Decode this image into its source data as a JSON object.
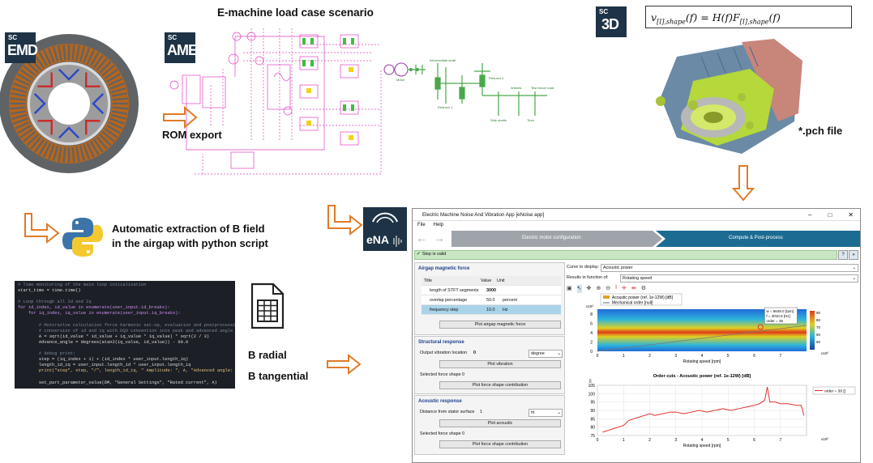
{
  "title": "E-machine load case scenario",
  "badges": {
    "emd": {
      "sc": "SC",
      "main": "EMD"
    },
    "ame": {
      "sc": "SC",
      "main": "AME"
    },
    "s3d": {
      "sc": "SC",
      "main": "3D"
    },
    "ena": {
      "main": "eNA"
    }
  },
  "labels": {
    "rom_export": "ROM export",
    "pch_file": "*.pch file",
    "python_line1": "Automatic  extraction of B field",
    "python_line2": "in the airgap with python script",
    "b_radial": "B radial",
    "b_tangential": "B tangential"
  },
  "formula": {
    "lhs": "v",
    "lhs_sub": "[I],shape",
    "mid": "(f) = H(f)F",
    "rhs_sub": "[I],shape",
    "end": "(f)"
  },
  "drivetrain_labels": [
    "Motor",
    "Intermediate shaft",
    "Reducer 2",
    "Reducer 1",
    "Wheels",
    "Test bench load",
    "Side shafts",
    "Tires"
  ],
  "code_lines": [
    {
      "t": "# Time monitoring of the main loop initialization",
      "c": "cm"
    },
    {
      "t": "start_time = time.time()",
      "c": ""
    },
    {
      "t": "",
      "c": ""
    },
    {
      "t": "# Loop through all Id and Iq",
      "c": "cm"
    },
    {
      "t": "for id_index, id_value in enumerate(user_input.id_breaks):",
      "c": "kw"
    },
    {
      "t": "    for iq_index, iq_value in enumerate(user_input.iq_breaks):",
      "c": "kw"
    },
    {
      "t": "",
      "c": ""
    },
    {
      "t": "        # Motorsolve calculation force harmonic set-up, evaluation and postprocessing",
      "c": "cm"
    },
    {
      "t": "        # conversion of id and iq with DQ0 convention into peak and advanced angle",
      "c": "cm"
    },
    {
      "t": "        A = sqrt(id_value * id_value + iq_value * iq_value) * sqrt(2 / 3)",
      "c": ""
    },
    {
      "t": "        Advance_angle = degrees(atan2(iq_value, id_value)) - 90.0",
      "c": ""
    },
    {
      "t": "",
      "c": ""
    },
    {
      "t": "        # debug print:",
      "c": "cm"
    },
    {
      "t": "        step = (iq_index + 1) + (id_index * user_input.length_iq)",
      "c": ""
    },
    {
      "t": "        length_id_iq = user_input.length_id * user_input.length_iq",
      "c": ""
    },
    {
      "t": "        print(\"step\", step, \"/\", length_id_iq, \" Amplitude: \", A, \"Advanced angle: \", Advance_angle)",
      "c": "str"
    },
    {
      "t": "",
      "c": ""
    },
    {
      "t": "        set_part_parameter_value(DM, \"General Settings\", \"Rated current\", A)",
      "c": ""
    }
  ],
  "app": {
    "window_title": "Electric Machine Noise And Vibration App [eNoise app]",
    "menu": [
      "File",
      "Help"
    ],
    "steps": [
      "Electric motor configuration",
      "Compute & Post-process"
    ],
    "status": "Step is valid",
    "airgap": {
      "header": "Airgap magnetic force",
      "columns": [
        "Title",
        "Value",
        "Unit"
      ],
      "rows": [
        {
          "title": "length of STFT segments",
          "value": "3000",
          "unit": ""
        },
        {
          "title": "overlap percentage",
          "value": "50.0",
          "unit": "percent"
        },
        {
          "title": "frequency step",
          "value": "10.0",
          "unit": "Hz"
        }
      ],
      "button": "Plot airgap magnetic force"
    },
    "structural": {
      "header": "Structural response",
      "location_label": "Output vibration location",
      "location_value": "0",
      "unit_value": "degree",
      "plot_button": "Plot vibration",
      "shape_label": "Selected force shape",
      "shape_value": "0",
      "shape_button": "Plot force shape contribution"
    },
    "acoustic": {
      "header": "Acoustic response",
      "distance_label": "Distance from stator surface",
      "distance_value": "1",
      "unit_value": "m",
      "plot_button": "Plot acoustic",
      "shape_label": "Selected force shape",
      "shape_value": "0",
      "shape_button": "Plot force shape contribution"
    },
    "right": {
      "curve_label": "Curve to display:",
      "curve_value": "Acoustic power",
      "func_label": "Results in function of:",
      "func_value": "Rotating speed"
    }
  },
  "chart_data": [
    {
      "type": "heatmap",
      "title": "",
      "xlabel": "Rotating speed [rpm]",
      "ylabel": "",
      "x_multiplier": "x10³",
      "y_multiplier": "x10³",
      "xticks": [
        "0",
        "1",
        "2",
        "3",
        "4",
        "5",
        "6",
        "7"
      ],
      "yticks": [
        "0",
        "2",
        "4",
        "6",
        "8"
      ],
      "legend": [
        "Acoustic power (ref. 1e-12W) [dB]",
        "Mechanical order [null]"
      ],
      "colorbar_ticks": [
        "90",
        "80",
        "70",
        "60",
        "50"
      ],
      "cursor": {
        "lines": [
          "w = 6649.0 [rpm]",
          "f = 4010.0 [Hz]",
          "order = 36"
        ]
      },
      "grid": false
    },
    {
      "type": "line",
      "title": "Order cuts - Acoustic power (ref. 1e-12W) [dB]",
      "xlabel": "Rotating speed [rpm]",
      "x_multiplier": "x10³",
      "y_unit": "[]",
      "ylim": [
        75,
        105
      ],
      "yticks": [
        "75",
        "80",
        "85",
        "90",
        "95",
        "100",
        "105"
      ],
      "xticks": [
        "0",
        "1",
        "2",
        "3",
        "4",
        "5",
        "6",
        "7"
      ],
      "series": [
        {
          "name": "order = 36 []",
          "color": "#e03030",
          "x": [
            0.2,
            0.4,
            0.6,
            0.8,
            1.0,
            1.2,
            1.4,
            1.6,
            1.8,
            2.0,
            2.2,
            2.5,
            2.8,
            3.0,
            3.3,
            3.6,
            3.9,
            4.2,
            4.5,
            4.8,
            5.1,
            5.4,
            5.7,
            6.0,
            6.2,
            6.4,
            6.5,
            6.6,
            6.8,
            7.0,
            7.3,
            7.6,
            7.8,
            7.9
          ],
          "values": [
            77,
            78,
            79,
            80,
            81,
            84,
            85,
            86,
            87,
            88,
            87,
            88,
            89,
            89,
            88,
            89,
            90,
            89,
            90,
            91,
            90,
            91,
            92,
            93,
            94,
            96,
            104,
            95,
            95,
            94,
            94,
            93,
            93,
            87
          ]
        }
      ],
      "grid": true
    }
  ]
}
